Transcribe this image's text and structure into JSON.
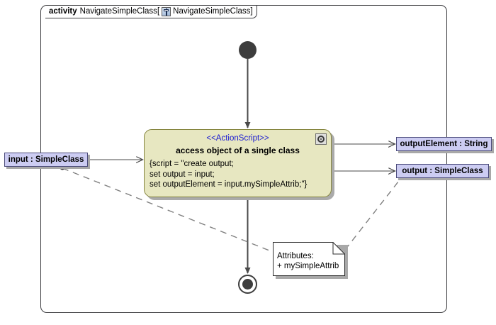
{
  "frame": {
    "keyword": "activity",
    "name": "NavigateSimpleClass",
    "bracket_open": "[",
    "bracket_close": "]",
    "reference": "NavigateSimpleClass",
    "icon": "activity-diagram-icon"
  },
  "action": {
    "stereotype": "<<ActionScript>>",
    "name": "access object of a single class",
    "body_lines": [
      "{script = \"create output;",
      "set output = input;",
      "set outputElement = input.mySimpleAttrib;\"}"
    ],
    "icon": "behavior-script-icon"
  },
  "pins": {
    "input": "input : SimpleClass",
    "output_element": "outputElement : String",
    "output": "output : SimpleClass"
  },
  "note": {
    "line1": "Attributes:",
    "line2": "+ mySimpleAttrib"
  },
  "nodes": {
    "initial": "initial-node",
    "final": "activity-final-node"
  },
  "colors": {
    "action_fill": "#e7e7c1",
    "action_border": "#85853f",
    "stereotype_text": "#1b1bd2",
    "pin_fill": "#ccccf2",
    "pin_border": "#4a4a7a",
    "node_fill": "#3d3d3d",
    "frame_border": "#3d3d40",
    "shadow": "#a8a8a8"
  }
}
